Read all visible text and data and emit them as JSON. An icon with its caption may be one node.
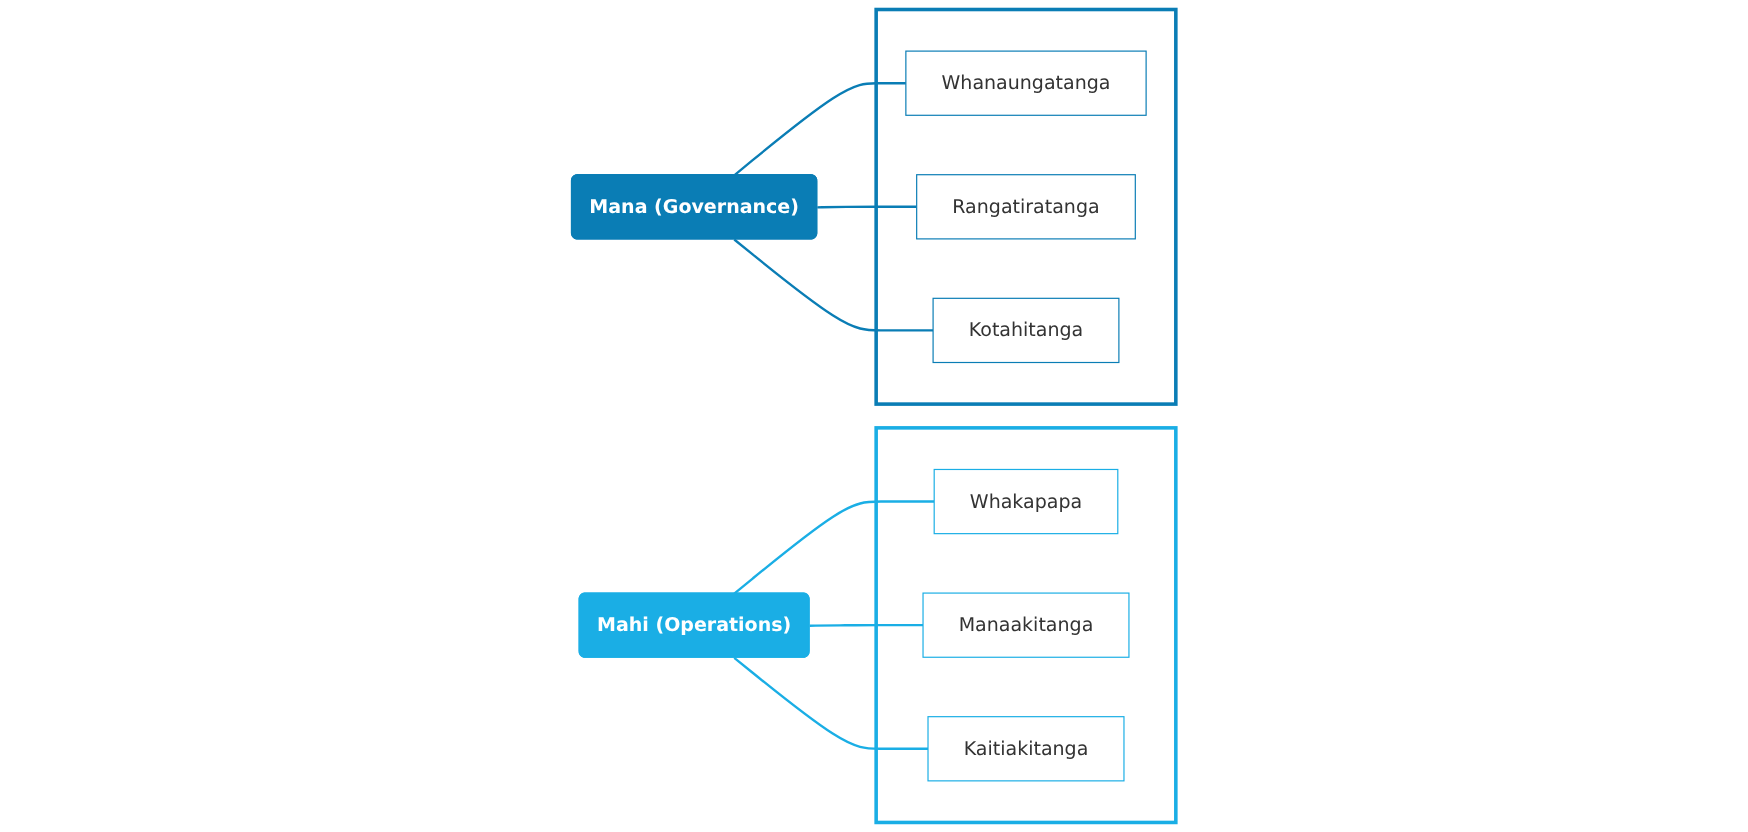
{
  "diagram": {
    "nodes": [
      {
        "text": [
          "Mana (Governance)"
        ]
      },
      {
        "text": [],
        "shape": "arrow"
      },
      {
        "text": [
          "Whanaungatanga"
        ],
        "in": 1
      },
      {
        "text": [
          "Rangatiratanga"
        ],
        "in": 1
      },
      {
        "text": [
          "Kotahitanga"
        ],
        "in": 1
      },
      {
        "text": [
          "Mahi (Operations)"
        ]
      },
      {
        "text": [],
        "shape": "arrow"
      },
      {
        "text": [
          "Whakapapa"
        ],
        "in": 6
      },
      {
        "text": [
          "Manaakitanga"
        ],
        "in": 6
      },
      {
        "text": [
          "Kaitiakitanga"
        ],
        "in": 6
      }
    ],
    "edges": [
      {
        "from": 0,
        "to": 2,
        "arrow": "none",
        "color": "#0a7db5"
      },
      {
        "from": 0,
        "to": 3,
        "arrow": "none",
        "color": "#0a7db5"
      },
      {
        "from": 0,
        "to": 4,
        "arrow": "none",
        "color": "#0a7db5"
      },
      {
        "from": 5,
        "to": 7,
        "arrow": "none",
        "color": "#1aaee5"
      },
      {
        "from": 5,
        "to": 8,
        "arrow": "none",
        "color": "#1aaee5"
      },
      {
        "from": 5,
        "to": 9,
        "arrow": "none",
        "color": "#1aaee5"
      }
    ]
  }
}
